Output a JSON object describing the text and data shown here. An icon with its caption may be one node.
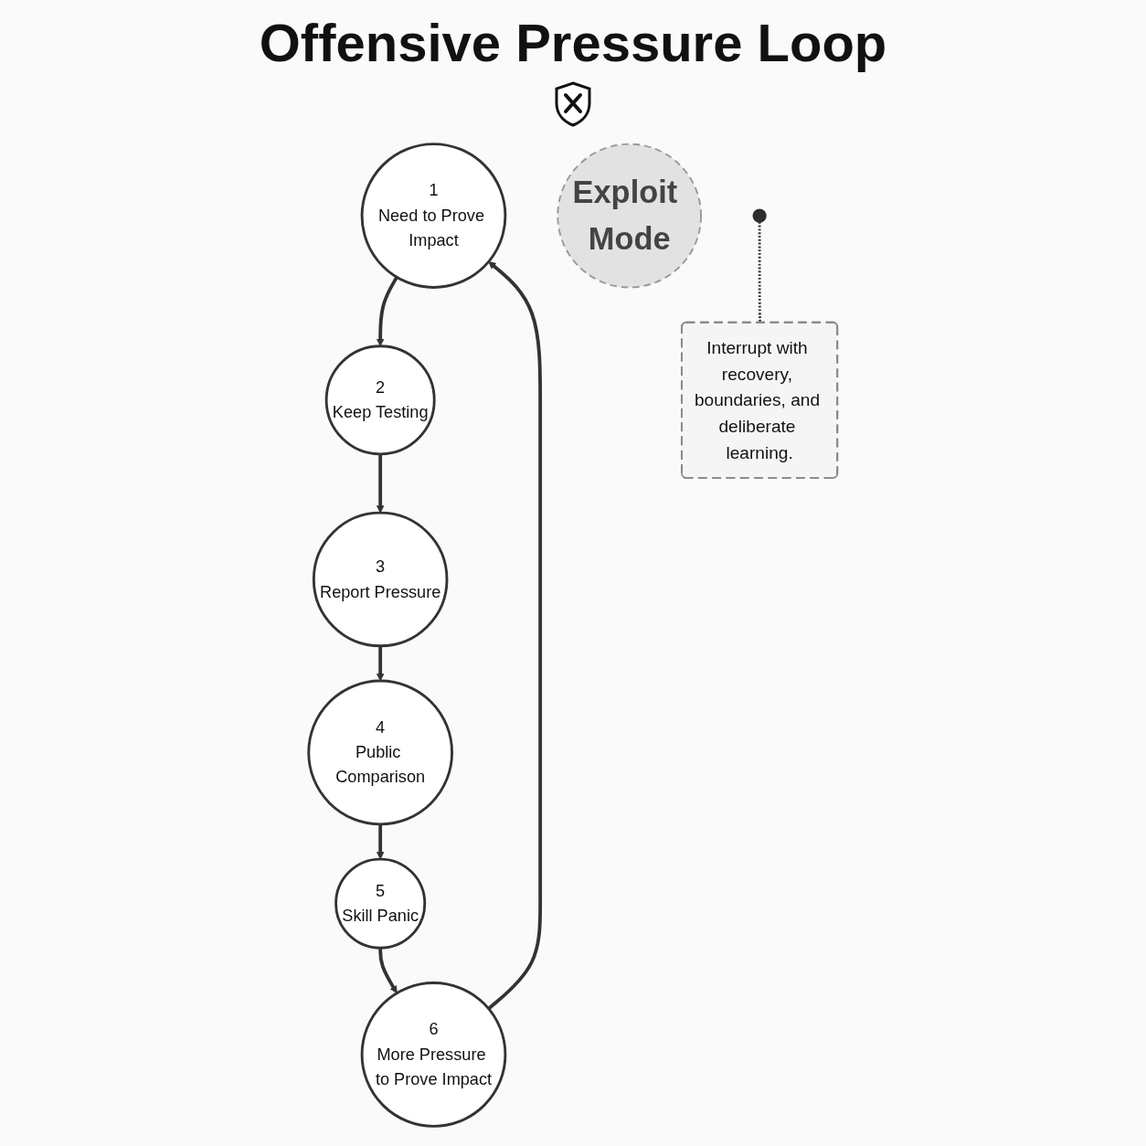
{
  "diagram": {
    "title": "Offensive Pressure Loop",
    "nodes": [
      {
        "text": [
          "1",
          "Need to Prove Impact"
        ]
      },
      {
        "text": [
          "2",
          "Keep Testing"
        ]
      },
      {
        "text": [
          "3",
          "Report Pressure"
        ]
      },
      {
        "text": [
          "4",
          "Public Comparison"
        ]
      },
      {
        "text": [
          "5",
          "Skill Panic"
        ]
      },
      {
        "text": [
          "6",
          "More Pressure to Prove Impact"
        ]
      },
      {
        "text": [
          "Exploit Mode"
        ]
      },
      {
        "text": [],
        "shape": "circle"
      },
      {
        "text": [
          "Interrupt with recovery, boundaries, and deliberate learning."
        ]
      }
    ],
    "edges": [
      {
        "from": 0,
        "to": 1,
        "arrow": "to"
      },
      {
        "from": 1,
        "to": 2,
        "arrow": "to"
      },
      {
        "from": 2,
        "to": 3,
        "arrow": "to"
      },
      {
        "from": 3,
        "to": 4,
        "arrow": "to"
      },
      {
        "from": 4,
        "to": 5,
        "arrow": "to"
      },
      {
        "from": 5,
        "to": 0,
        "arrow": "to"
      },
      {
        "from": 7,
        "to": 8,
        "arrow": "none",
        "style": "dashed"
      }
    ]
  }
}
